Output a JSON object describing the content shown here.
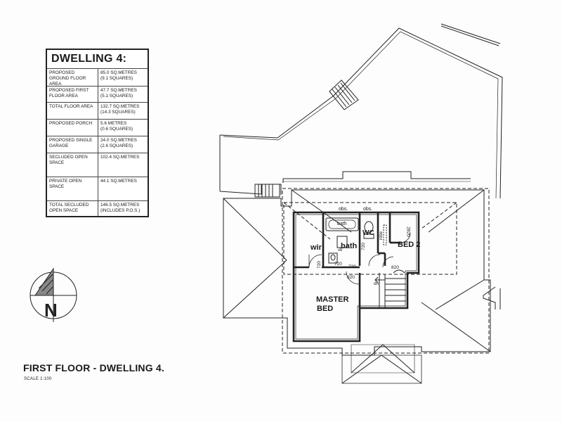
{
  "schedule": {
    "title": "DWELLING 4:",
    "rows": [
      {
        "label": "PROPOSED GROUND FLOOR AREA",
        "value1": "85.0 SQ.METRES",
        "value2": "(9.1 SQUARES)"
      },
      {
        "label": "PROPOSED FIRST FLOOR AREA",
        "value1": "47.7 SQ.METRES",
        "value2": "(5.1 SQUARES)"
      },
      {
        "label": "TOTAL FLOOR AREA",
        "value1": "132.7 SQ.METRES",
        "value2": "(14.3 SQUARES)"
      },
      {
        "label": "PROPOSED PORCH",
        "value1": "5.6 METRES",
        "value2": "(0.6 SQUARES)"
      },
      {
        "label": "PROPOSED SINGLE GARAGE",
        "value1": "24.0 SQ.METRES",
        "value2": "(2.6 SQUARES)"
      },
      {
        "label": "SECLUDED OPEN SPACE",
        "value1": "102.4 SQ.METRES",
        "value2": ""
      },
      {
        "label": "PRIVATE OPEN SPACE",
        "value1": "44.1 SQ.METRES",
        "value2": ""
      },
      {
        "label": "TOTAL SECLUDED OPEN SPACE",
        "value1": "146.5 SQ.METRES",
        "value2": "(INCLUDES P.O.S.)"
      }
    ]
  },
  "drawing": {
    "title": "FIRST FLOOR - DWELLING 4.",
    "scale": "SCALE 1:100"
  },
  "labels": {
    "obs_1": "obs.",
    "obs_2": "obs.",
    "bath_tub": "bath",
    "bath": "bath",
    "wc": "WC",
    "wir": "wir",
    "bed2": "BED 2",
    "robe": "robe",
    "master_1": "MASTER",
    "master_2": "BED",
    "vb": "vb",
    "dn": "dn",
    "door_720a": "720",
    "door_720b": "720",
    "door_720c": "720",
    "door_720d": "720",
    "door_820a": "820",
    "door_820b": "820",
    "door_2820": "2820"
  },
  "north": {
    "letter": "N"
  }
}
